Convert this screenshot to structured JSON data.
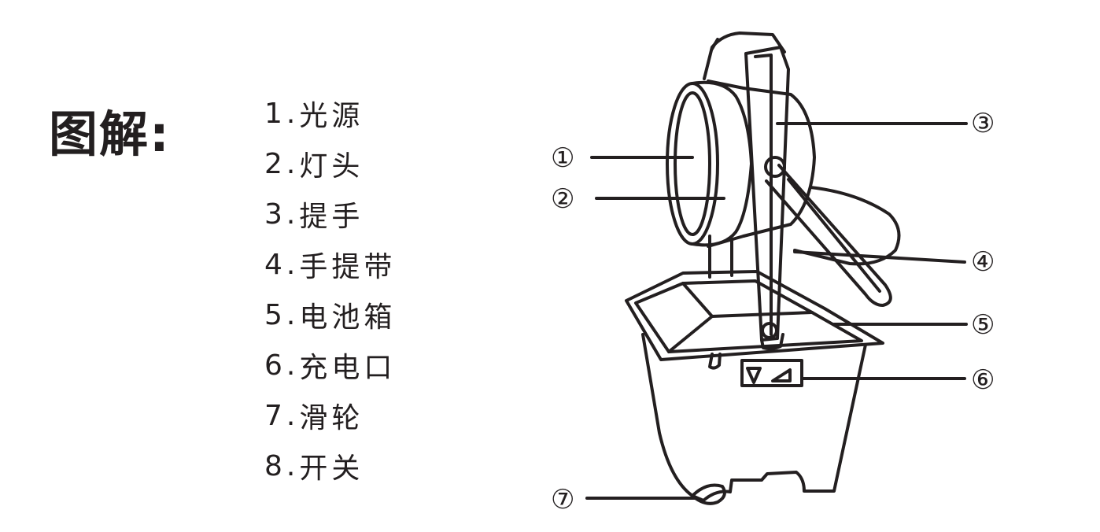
{
  "title": "图解:",
  "legend": [
    {
      "num": "1.",
      "label": "光源"
    },
    {
      "num": "2.",
      "label": "灯头"
    },
    {
      "num": "3.",
      "label": "提手"
    },
    {
      "num": "4.",
      "label": "手提带"
    },
    {
      "num": "5.",
      "label": "电池箱"
    },
    {
      "num": "6.",
      "label": "充电口"
    },
    {
      "num": "7.",
      "label": "滑轮"
    },
    {
      "num": "8.",
      "label": "开关"
    }
  ],
  "callouts": [
    "①",
    "②",
    "③",
    "④",
    "⑤",
    "⑥",
    "⑦"
  ],
  "colors": {
    "ink": "#231f20",
    "background": "#ffffff"
  }
}
